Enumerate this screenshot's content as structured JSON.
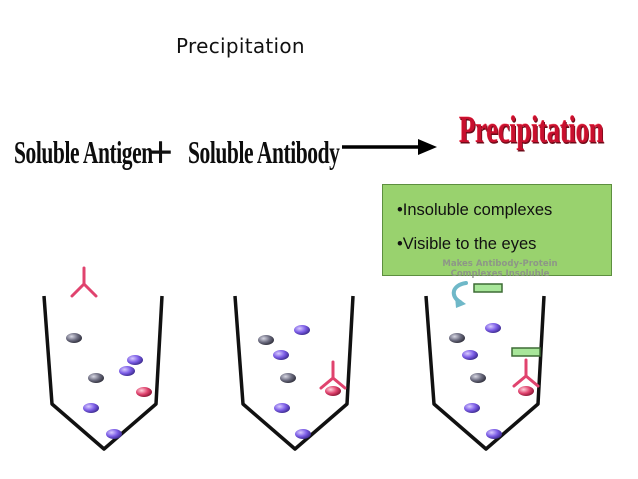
{
  "slide": {
    "title": "Precipitation"
  },
  "equation": {
    "antigen_label": "Soluble Antigen",
    "plus_symbol": "+",
    "antibody_label": "Soluble Antibody",
    "result_title": "Precipitation"
  },
  "callout": {
    "items": [
      "•Insoluble complexes",
      "•Visible to the eyes"
    ],
    "background_color": "#99d26e"
  },
  "faint_annotation": {
    "line_1": "Makes Antibody-Protein",
    "line_2": "Complexes Insoluble"
  },
  "colors": {
    "antibody": "#e0436e",
    "antigen_purple": "#7b5ce6",
    "antigen_gray": "#6c6c80",
    "antigen_pink": "#e0436e",
    "reagent_rect": "#a8e69a",
    "reagent_arrow": "#6fb8c8",
    "title_red": "#c8102e"
  }
}
